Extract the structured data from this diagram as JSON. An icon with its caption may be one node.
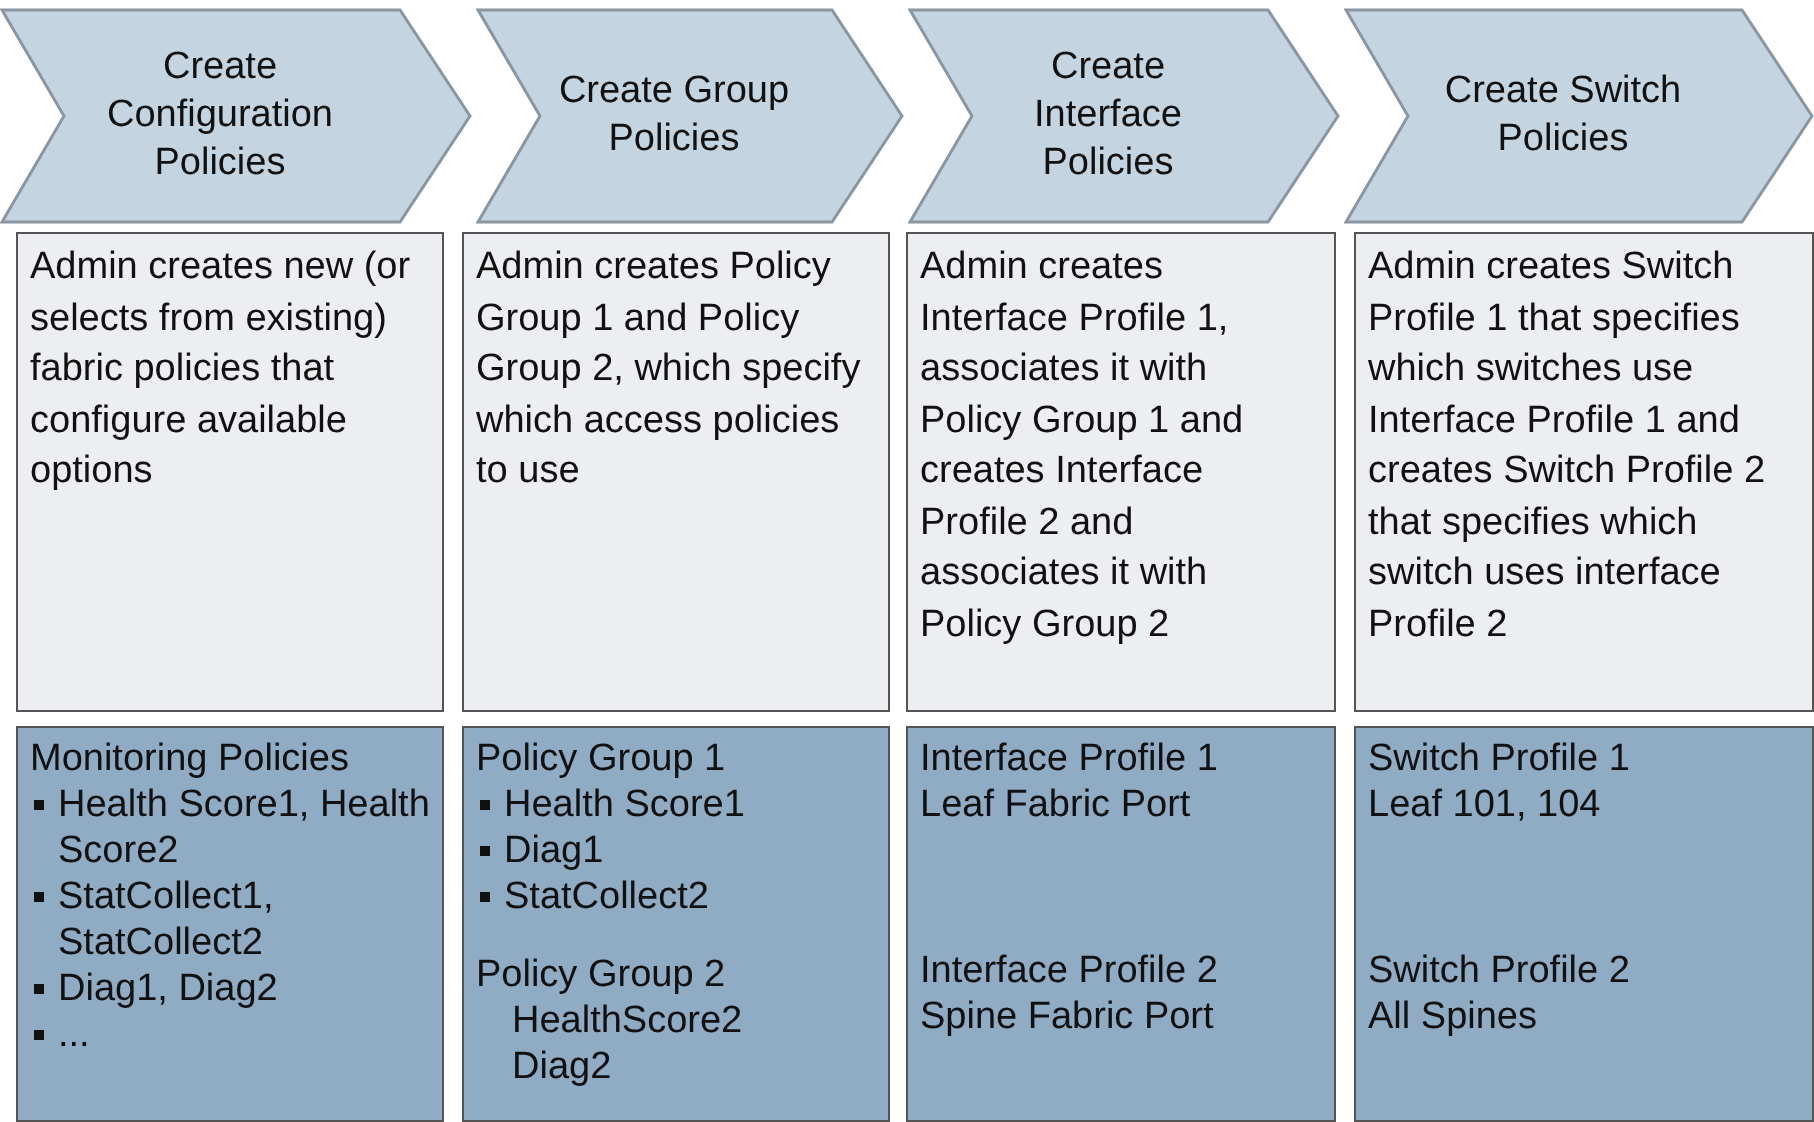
{
  "diagram": {
    "nodes": [
      {
        "text": [
          "Create Configuration Policies"
        ]
      },
      {
        "text": [
          "Create Group Policies"
        ]
      },
      {
        "text": [
          "Create Interface Policies"
        ]
      },
      {
        "text": [
          "Create Switch Policies"
        ]
      },
      {
        "text": [
          "Admin creates new (or selects from existing) fabric policies that configure available options"
        ]
      },
      {
        "text": [
          "Admin creates Policy Group 1 and Policy Group 2, which specify which access policies to use"
        ]
      },
      {
        "text": [
          "Admin creates Interface Profile 1, associates it with Policy Group 1 and creates Interface Profile 2 and associates it with Policy Group 2"
        ]
      },
      {
        "text": [
          "Admin creates Switch Profile 1 that specifies which switches use Interface Profile 1 and creates Switch Profile 2 that specifies which switch uses interface Profile 2"
        ]
      },
      {
        "text": [
          "Monitoring Policies",
          "Health Score1, Health Score2",
          "StatCollect1, StatCollect2",
          "Diag1, Diag2",
          "..."
        ]
      },
      {
        "text": [
          "Policy Group 1",
          "Health Score1",
          "Diag1",
          "StatCollect2",
          "Policy Group 2",
          "HealthScore2",
          "Diag2"
        ]
      },
      {
        "text": [
          "Interface Profile 1",
          "Leaf Fabric Port",
          "Interface Profile 2",
          "Spine Fabric Port"
        ]
      },
      {
        "text": [
          "Switch Profile 1",
          "Leaf 101, 104",
          "Switch Profile 2",
          "All Spines"
        ]
      }
    ]
  }
}
